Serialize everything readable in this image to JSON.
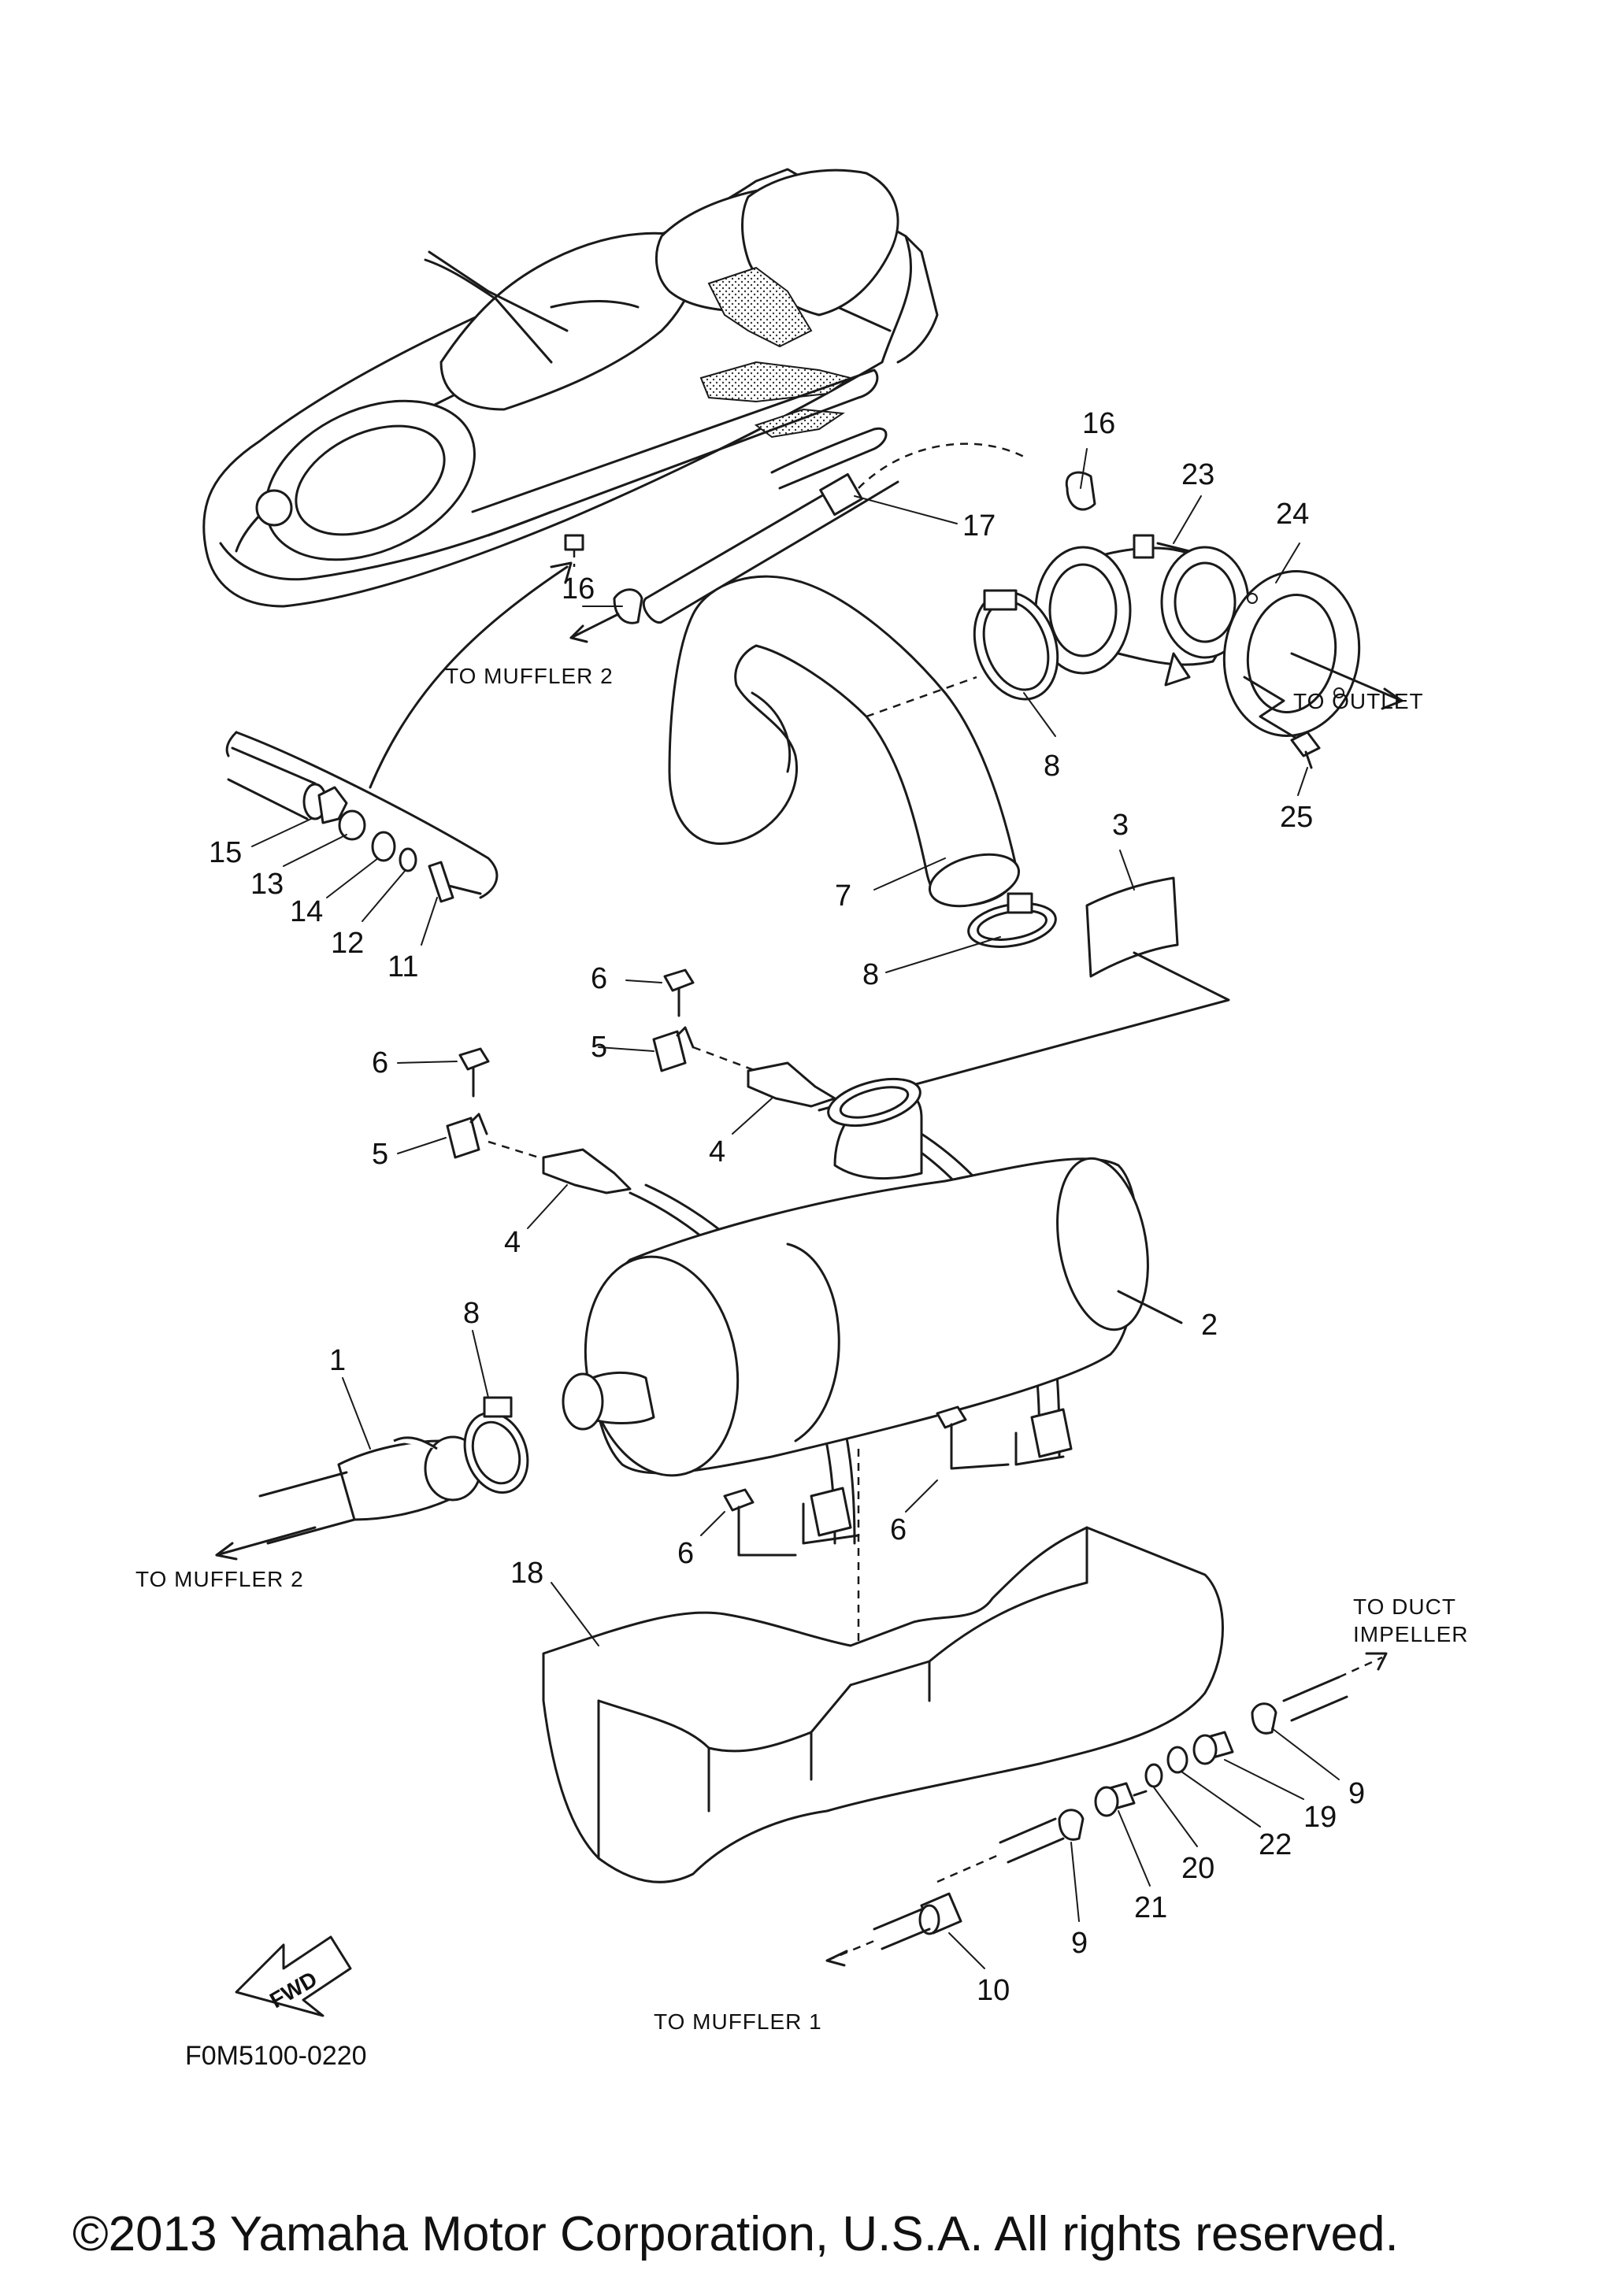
{
  "diagram": {
    "figure_code": "F0M5100-0220",
    "copyright": "©2013 Yamaha Motor Corporation, U.S.A. All rights reserved.",
    "fwd_label": "FWD",
    "labels": {
      "to_muffler_2_top": "TO MUFFLER 2",
      "to_outlet": "TO OUTLET",
      "to_muffler_2_bottom": "TO MUFFLER 2",
      "to_duct_line1": "TO DUCT",
      "to_duct_line2": "IMPELLER",
      "to_muffler_1": "TO MUFFLER 1"
    },
    "callouts": {
      "c1": "1",
      "c2": "2",
      "c3": "3",
      "c4a": "4",
      "c4b": "4",
      "c5a": "5",
      "c5b": "5",
      "c6a": "6",
      "c6b": "6",
      "c6c": "6",
      "c6d": "6",
      "c7": "7",
      "c8a": "8",
      "c8b": "8",
      "c8c": "8",
      "c9a": "9",
      "c9b": "9",
      "c10": "10",
      "c11": "11",
      "c12": "12",
      "c13": "13",
      "c14": "14",
      "c15": "15",
      "c16a": "16",
      "c16b": "16",
      "c17": "17",
      "c18": "18",
      "c19": "19",
      "c20": "20",
      "c21": "21",
      "c22": "22",
      "c23": "23",
      "c24": "24",
      "c25": "25"
    }
  }
}
